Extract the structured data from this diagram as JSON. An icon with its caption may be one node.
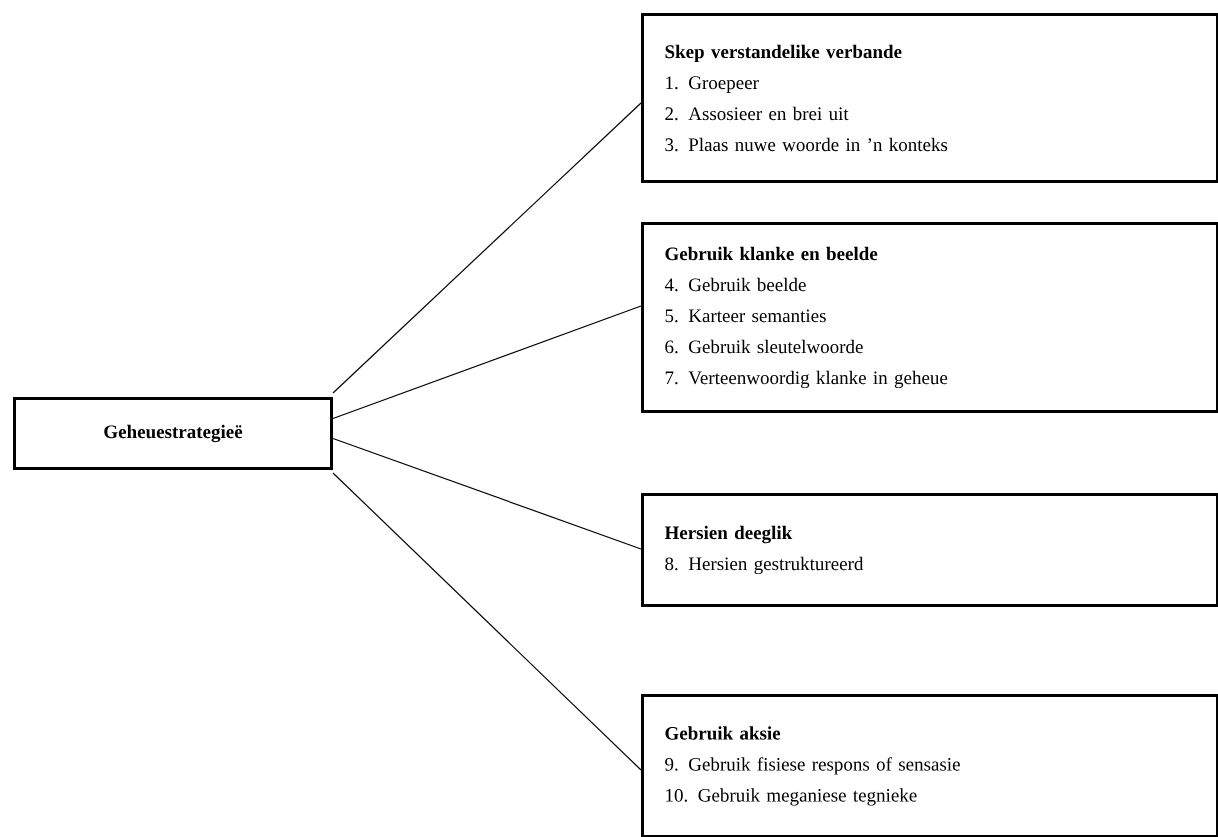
{
  "diagram": {
    "nodes": [
      {
        "text": [
          "Geheuestrategieë"
        ]
      },
      {
        "text": [
          "Skep verstandelike verbande",
          "1. Groepeer",
          "2. Assosieer en brei uit",
          "3. Plaas nuwe woorde in ’n konteks"
        ]
      },
      {
        "text": [
          "Gebruik klanke en beelde",
          "4. Gebruik beelde",
          "5. Karteer semanties",
          "6. Gebruik sleutelwoorde",
          "7. Verteenwoordig klanke in geheue"
        ]
      },
      {
        "text": [
          "Hersien deeglik",
          "8. Hersien gestruktureerd"
        ]
      },
      {
        "text": [
          "Gebruik aksie",
          "9. Gebruik fisiese respons of sensasie",
          "10. Gebruik meganiese tegnieke"
        ]
      }
    ],
    "edges": [
      {
        "from": 0,
        "to": 1,
        "arrow": "none"
      },
      {
        "from": 0,
        "to": 2,
        "arrow": "none"
      },
      {
        "from": 0,
        "to": 3,
        "arrow": "none"
      },
      {
        "from": 0,
        "to": 4,
        "arrow": "none"
      }
    ]
  }
}
